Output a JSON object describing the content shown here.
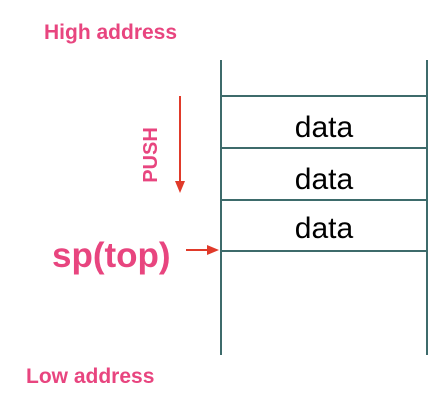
{
  "labels": {
    "high_address": "High address",
    "low_address": "Low address",
    "push": "PUSH",
    "stack_pointer": "sp(top)"
  },
  "stack": {
    "cells": [
      "data",
      "data",
      "data"
    ]
  },
  "colors": {
    "accent": "#e8457f",
    "arrow": "#e03a2a",
    "stack_lines": "#3d6b6b",
    "text": "#000000"
  }
}
